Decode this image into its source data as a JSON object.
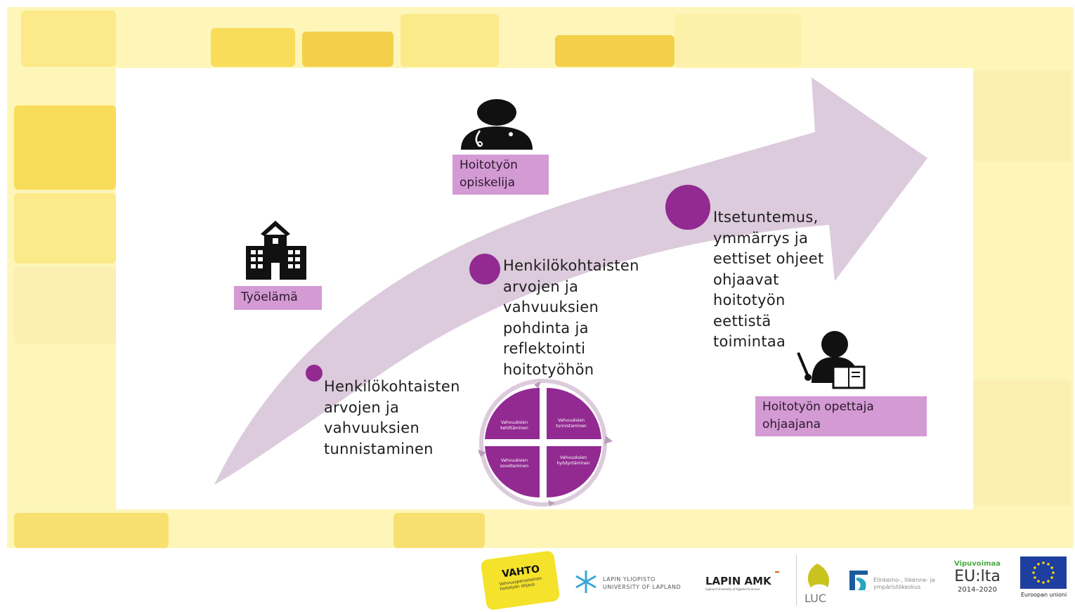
{
  "roles": {
    "workplace_label": "Työelämä",
    "student_label": [
      "Hoitotyön",
      "opiskelija"
    ],
    "teacher_label": [
      "Hoitotyön opettaja",
      "ohjaajana"
    ]
  },
  "stages": [
    {
      "text": [
        "Henkilökohtaisten",
        "arvojen ja",
        "vahvuuksien",
        "tunnistaminen"
      ]
    },
    {
      "text": [
        "Henkilökohtaisten",
        "arvojen ja",
        "vahvuuksien",
        "pohdinta ja",
        "reflektointi",
        "hoitotyöhön"
      ]
    },
    {
      "text": [
        "Itsetuntemus,",
        "ymmärrys ja",
        "eettiset ohjeet",
        "ohjaavat",
        "hoitotyön",
        "eettistä",
        "toimintaa"
      ]
    }
  ],
  "cycle": {
    "quadrants": [
      {
        "text": [
          "Vahvuuksien",
          "kehittäminen"
        ]
      },
      {
        "text": [
          "Vahvuuksien",
          "tunnistaminen"
        ]
      },
      {
        "text": [
          "Vahvuuksien",
          "soveltaminen"
        ]
      },
      {
        "text": [
          "Vahvuuksien",
          "hyödyntäminen"
        ]
      }
    ]
  },
  "colors": {
    "accent_purple": "#922a91",
    "label_pink": "#d49ad4",
    "arrow_lilac": "#dccbdc",
    "background_yellow": "#fdf6b8"
  },
  "logos": {
    "vahto": {
      "title": "VAHTO",
      "sub": [
        "Vahvuusperustainen",
        "hoitotyön ohjaus"
      ]
    },
    "lapin_yliopisto": [
      "LAPIN YLIOPISTO",
      "UNIVERSITY OF LAPLAND"
    ],
    "lapin_amk": {
      "title": "LAPIN AMK",
      "sub": "Lapland University of Applied Sciences"
    },
    "luc": "LUC",
    "ely": [
      "Elinkeino-, liikenne- ja",
      "ympäristökeskus"
    ],
    "vipuvoimaa": {
      "title": "Vipuvoimaa",
      "main": "EU:lta",
      "years": "2014–2020"
    },
    "eu": "Euroopan unioni"
  }
}
